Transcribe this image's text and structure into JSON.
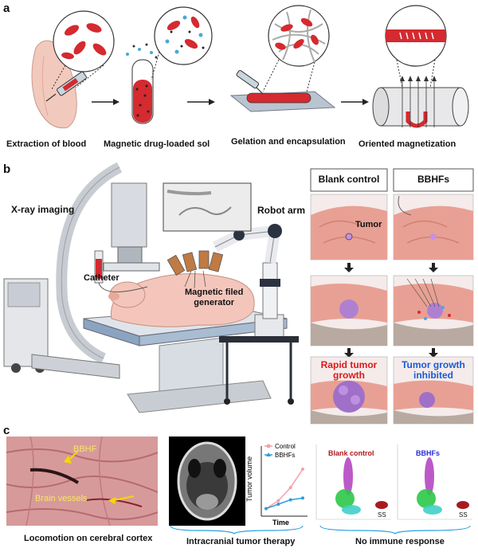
{
  "panel_a": {
    "label": "a",
    "steps": [
      "Extraction of blood",
      "Magnetic drug-loaded sol",
      "Gelation and encapsulation",
      "Oriented magnetization"
    ]
  },
  "panel_b": {
    "label": "b",
    "xray": "X-ray imaging",
    "robot": "Robot arm",
    "catheter": "Catheter",
    "magnet_line1": "Magnetic filed",
    "magnet_line2": "generator",
    "col1": "Blank control",
    "col2": "BBHFs",
    "tumor": "Tumor",
    "rapid_line1": "Rapid tumor",
    "rapid_line2": "growth",
    "inhib_line1": "Tumor growth",
    "inhib_line2": "inhibited"
  },
  "panel_c": {
    "label": "c",
    "bbhf": "BBHF",
    "vessels": "Brain vessels",
    "cap1": "Locomotion on cerebral cortex",
    "cap2": "Intracranial tumor therapy",
    "cap3": "No immune response",
    "flow_left": "Blank control",
    "flow_right": "BBHFs",
    "ss": "SS"
  },
  "colors": {
    "control": "#f4a0a8",
    "bbhfs": "#2a9fe0",
    "blood": "#d42a30",
    "brain": "#e89a90",
    "tumor": "#a070c8",
    "red_text": "#e01818",
    "blue_text": "#1a5ad8"
  },
  "chart_data": {
    "type": "line",
    "title": "",
    "xlabel": "Time",
    "ylabel": "Tumor volume",
    "x": [
      0,
      1,
      2,
      3
    ],
    "series": [
      {
        "name": "Control",
        "values": [
          0.5,
          1.4,
          2.9,
          5.0
        ]
      },
      {
        "name": "BBHFs",
        "values": [
          0.5,
          1.0,
          1.5,
          1.7
        ]
      }
    ],
    "ylim": [
      0,
      6
    ],
    "legend": "top-left"
  }
}
